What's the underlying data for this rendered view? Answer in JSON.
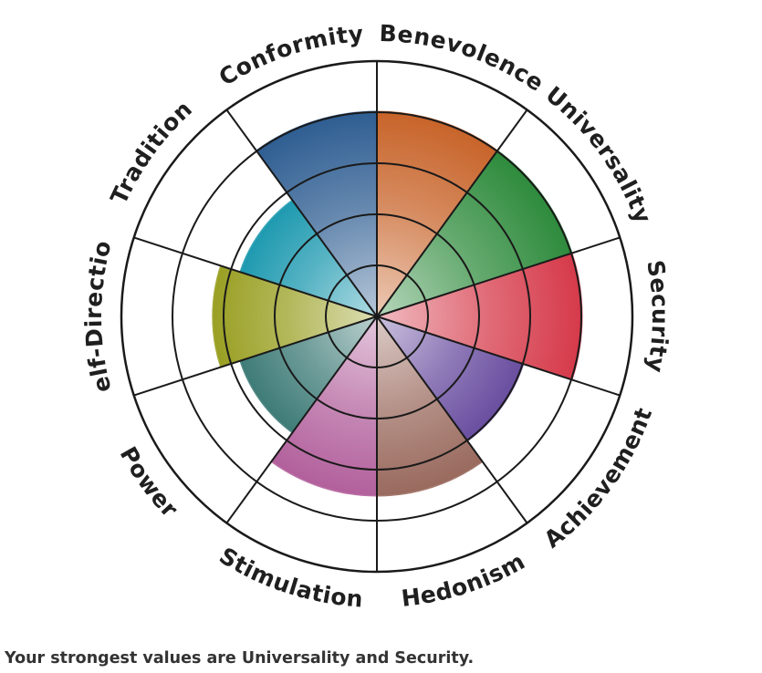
{
  "chart_data": {
    "type": "polar-bar",
    "categories": [
      "Benevolence",
      "Universality",
      "Security",
      "Achievement",
      "Hedonism",
      "Stimulation",
      "Power",
      "Self-Direction",
      "Tradition",
      "Conformity"
    ],
    "values": [
      4,
      4,
      4,
      3,
      3.5,
      3.5,
      2.8,
      3.2,
      2.8,
      4
    ],
    "rlim": [
      0,
      5
    ],
    "rings": 5,
    "colors": [
      "#c8642a",
      "#2e8b3c",
      "#d63a4a",
      "#6a4ea0",
      "#9a6a5e",
      "#b2609c",
      "#3f7c78",
      "#9aa024",
      "#1f9ab0",
      "#2f5e92"
    ]
  },
  "footer": {
    "summary": "Your strongest values are Universality and Security."
  }
}
